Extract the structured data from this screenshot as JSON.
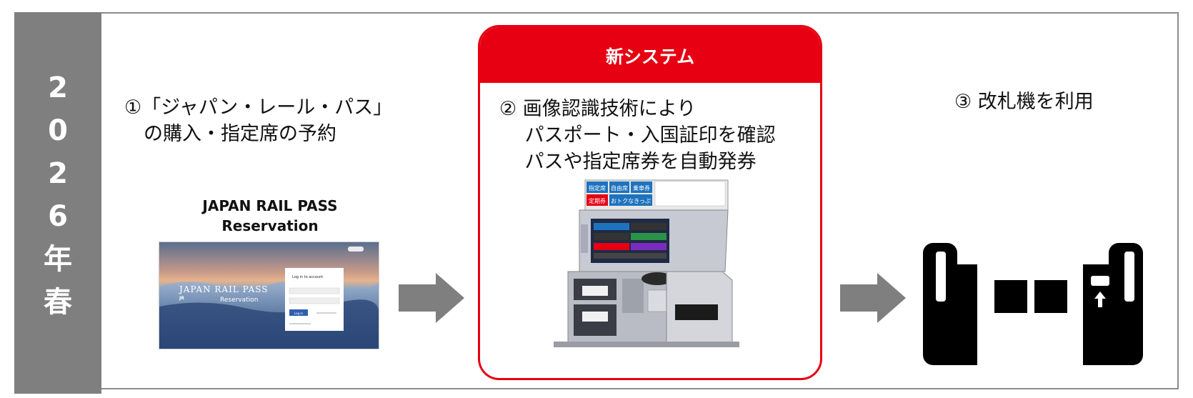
{
  "year_label": [
    "2",
    "0",
    "2",
    "6",
    "年",
    "春"
  ],
  "step1": {
    "lines": [
      "①「ジャパン・レール・パス」",
      "　の購入・指定席の予約"
    ]
  },
  "jrp": {
    "title_line1": "JAPAN RAIL PASS",
    "title_line2": "Reservation",
    "screen": {
      "logo_line1": "JAPAN RAIL PASS",
      "logo_line2": "Reservation",
      "logo_prefix": "JR",
      "login_title": "Log in to account",
      "login_button": "Log in"
    }
  },
  "new_system": {
    "title": "新システム",
    "lines": [
      "② 画像認識技術により",
      "　 パスポート・入国証印を確認",
      "　 パスや指定席券を自動発券"
    ]
  },
  "machine": {
    "sign_cells": [
      "指定席",
      "自由席",
      "乗車券",
      "定期券",
      "おトクなきっぷ"
    ]
  },
  "step3": {
    "text": "③ 改札機を利用"
  },
  "colors": {
    "accent_red": "#e60012",
    "year_bar_gray": "#7f7f7f",
    "arrow_gray": "#7f7f7f"
  }
}
